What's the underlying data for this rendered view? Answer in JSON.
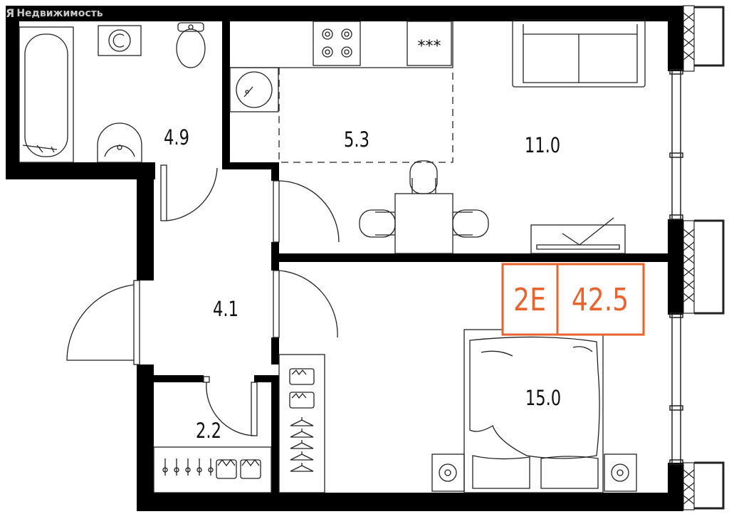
{
  "watermark": {
    "logo": "Я",
    "text": "Недвижимость"
  },
  "rooms": {
    "bathroom": "4.9",
    "kitchen": "5.3",
    "living": "11.0",
    "hall": "4.1",
    "wardrobe": "2.2",
    "bedroom": "15.0"
  },
  "badge": {
    "type": "2E",
    "area": "42.5",
    "color": "#e8642c"
  },
  "stove_label": "***",
  "colors": {
    "wall": "#000000",
    "line": "#222222"
  }
}
